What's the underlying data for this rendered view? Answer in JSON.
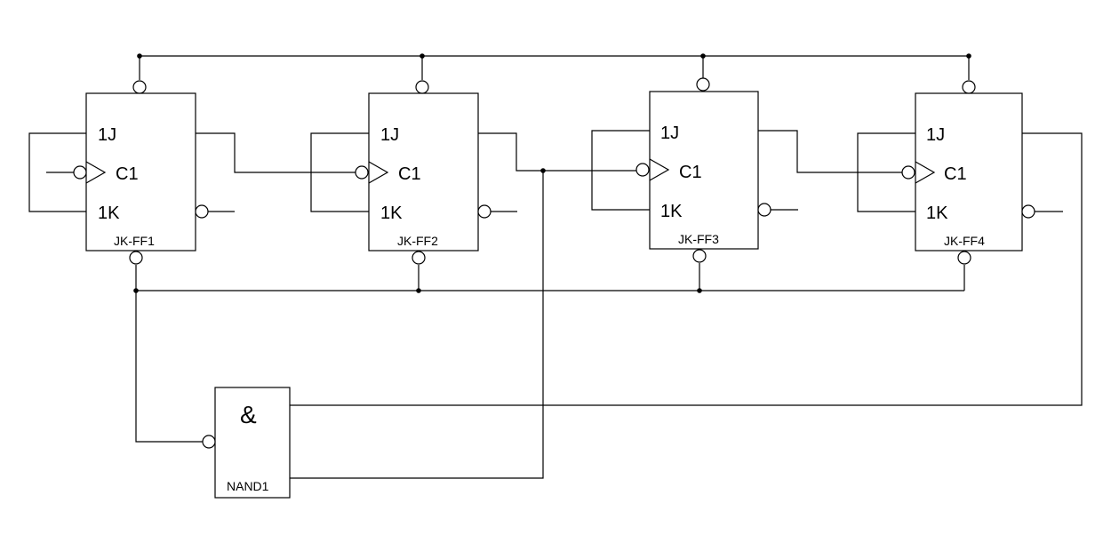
{
  "flip_flops": [
    {
      "j_label": "1J",
      "c_label": "C1",
      "k_label": "1K",
      "name": "JK-FF1"
    },
    {
      "j_label": "1J",
      "c_label": "C1",
      "k_label": "1K",
      "name": "JK-FF2"
    },
    {
      "j_label": "1J",
      "c_label": "C1",
      "k_label": "1K",
      "name": "JK-FF3"
    },
    {
      "j_label": "1J",
      "c_label": "C1",
      "k_label": "1K",
      "name": "JK-FF4"
    }
  ],
  "gate": {
    "symbol": "&",
    "name": "NAND1"
  },
  "colors": {
    "line": "#000000",
    "background": "#ffffff"
  }
}
